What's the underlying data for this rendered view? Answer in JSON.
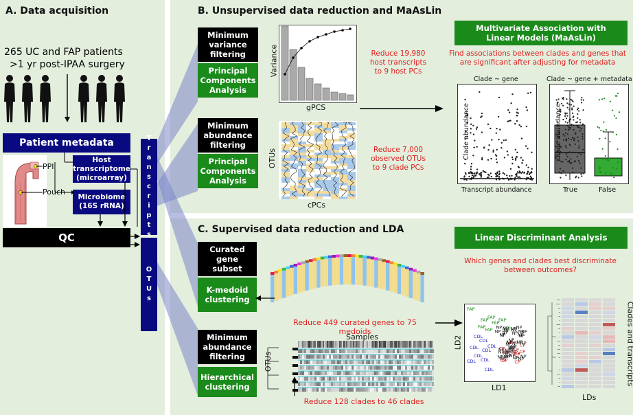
{
  "panel_a": {
    "title": "A.  Data acquisition",
    "patients_line1": "265  UC and FAP patients",
    "patients_line2": ">1 yr post-IPAA surgery",
    "metadata_label": "Patient metadata",
    "host_transcriptome": "Host transcriptome (microarray)",
    "microbiome": "Microbiome (16S rRNA)",
    "ppi_label": "PPI",
    "pouch_label": "Pouch",
    "qc_label": "QC",
    "transcripts_label": [
      "T",
      "r",
      "a",
      "n",
      "s",
      "c",
      "r",
      "i",
      "p",
      "t",
      "s"
    ],
    "otus_label": [
      "O",
      "T",
      "U",
      "s"
    ]
  },
  "panel_b": {
    "title": "B.  Unsupervised data reduction and MaAsLin",
    "min_variance": "Minimum variance filtering",
    "pca1": "Principal Components Analysis",
    "min_abundance": "Minimum abundance filtering",
    "pca2": "Principal Components Analysis",
    "variance_ylabel": "Variance",
    "gpcs_xlabel": "gPCS",
    "otus_ylabel": "OTUs",
    "cpcs_xlabel": "cPCs",
    "reduce_host": "Reduce 19,980 host transcripts to 9 host PCs",
    "reduce_otus": "Reduce 7,000 observed OTUs to 9 clade PCs",
    "maaslin_title": "Multivariate Association with Linear Models (MaAsLin)",
    "maaslin_desc": "Find associations between clades and genes that are significant after adjusting for metadata",
    "scatter_title": "Clade ~ gene",
    "scatter_ylabel": "Clade abundance",
    "scatter_xlabel": "Transcript abundance",
    "box_title": "Clade ~ gene + metadata",
    "box_ylabel": "Clade abundance",
    "box_true": "True",
    "box_false": "False"
  },
  "panel_c": {
    "title": "C.  Supervised data reduction and LDA",
    "curated": "Curated gene subset",
    "kmedoid": "K-medoid clustering",
    "min_abundance": "Minimum abundance filtering",
    "hier": "Hierarchical clustering",
    "reduce_genes": "Reduce 449 curated genes to 75 medoids",
    "reduce_clades": "Reduce 128 clades to 46 clades",
    "samples_label": "Samples",
    "otus_ylabel": "OTUs",
    "lda_title": "Linear Discriminant Analysis",
    "lda_desc": "Which genes and clades best discriminate between outcomes?",
    "ld1": "LD1",
    "ld2": "LD2",
    "lds": "LDs",
    "clades_transcripts": "Clades and transcripts",
    "fap": "FAP",
    "cdl": "CDL",
    "np": "NP",
    "cp": "CP"
  },
  "colors": {
    "navy": "#0a0a80",
    "green": "#1a8a1a",
    "red_text": "#e02020",
    "panel_bg": "#e3eedd"
  }
}
